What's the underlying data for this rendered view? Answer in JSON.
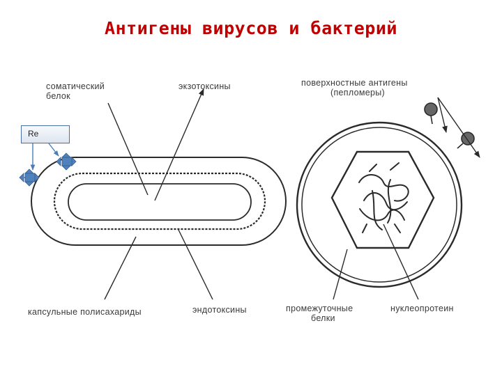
{
  "title": "Антигены вирусов и бактерий",
  "labels": {
    "somatic_protein": [
      "соматический",
      "белок"
    ],
    "exotoxins": "экзотоксины",
    "surface_antigens": [
      "поверхностные антигены",
      "(пепломеры)"
    ],
    "capsular_polysaccharides": "капсульные полисахариды",
    "endotoxins": "эндотоксины",
    "intermediate_proteins": [
      "промежуточные",
      "белки"
    ],
    "nucleoprotein": "нуклеопротеин"
  },
  "re_box": {
    "label": "Re"
  },
  "colors": {
    "title": "#c00000",
    "line": "#2a2a2a",
    "re_connector": "#4a7ebb",
    "re_shape": "#4f81bd"
  }
}
